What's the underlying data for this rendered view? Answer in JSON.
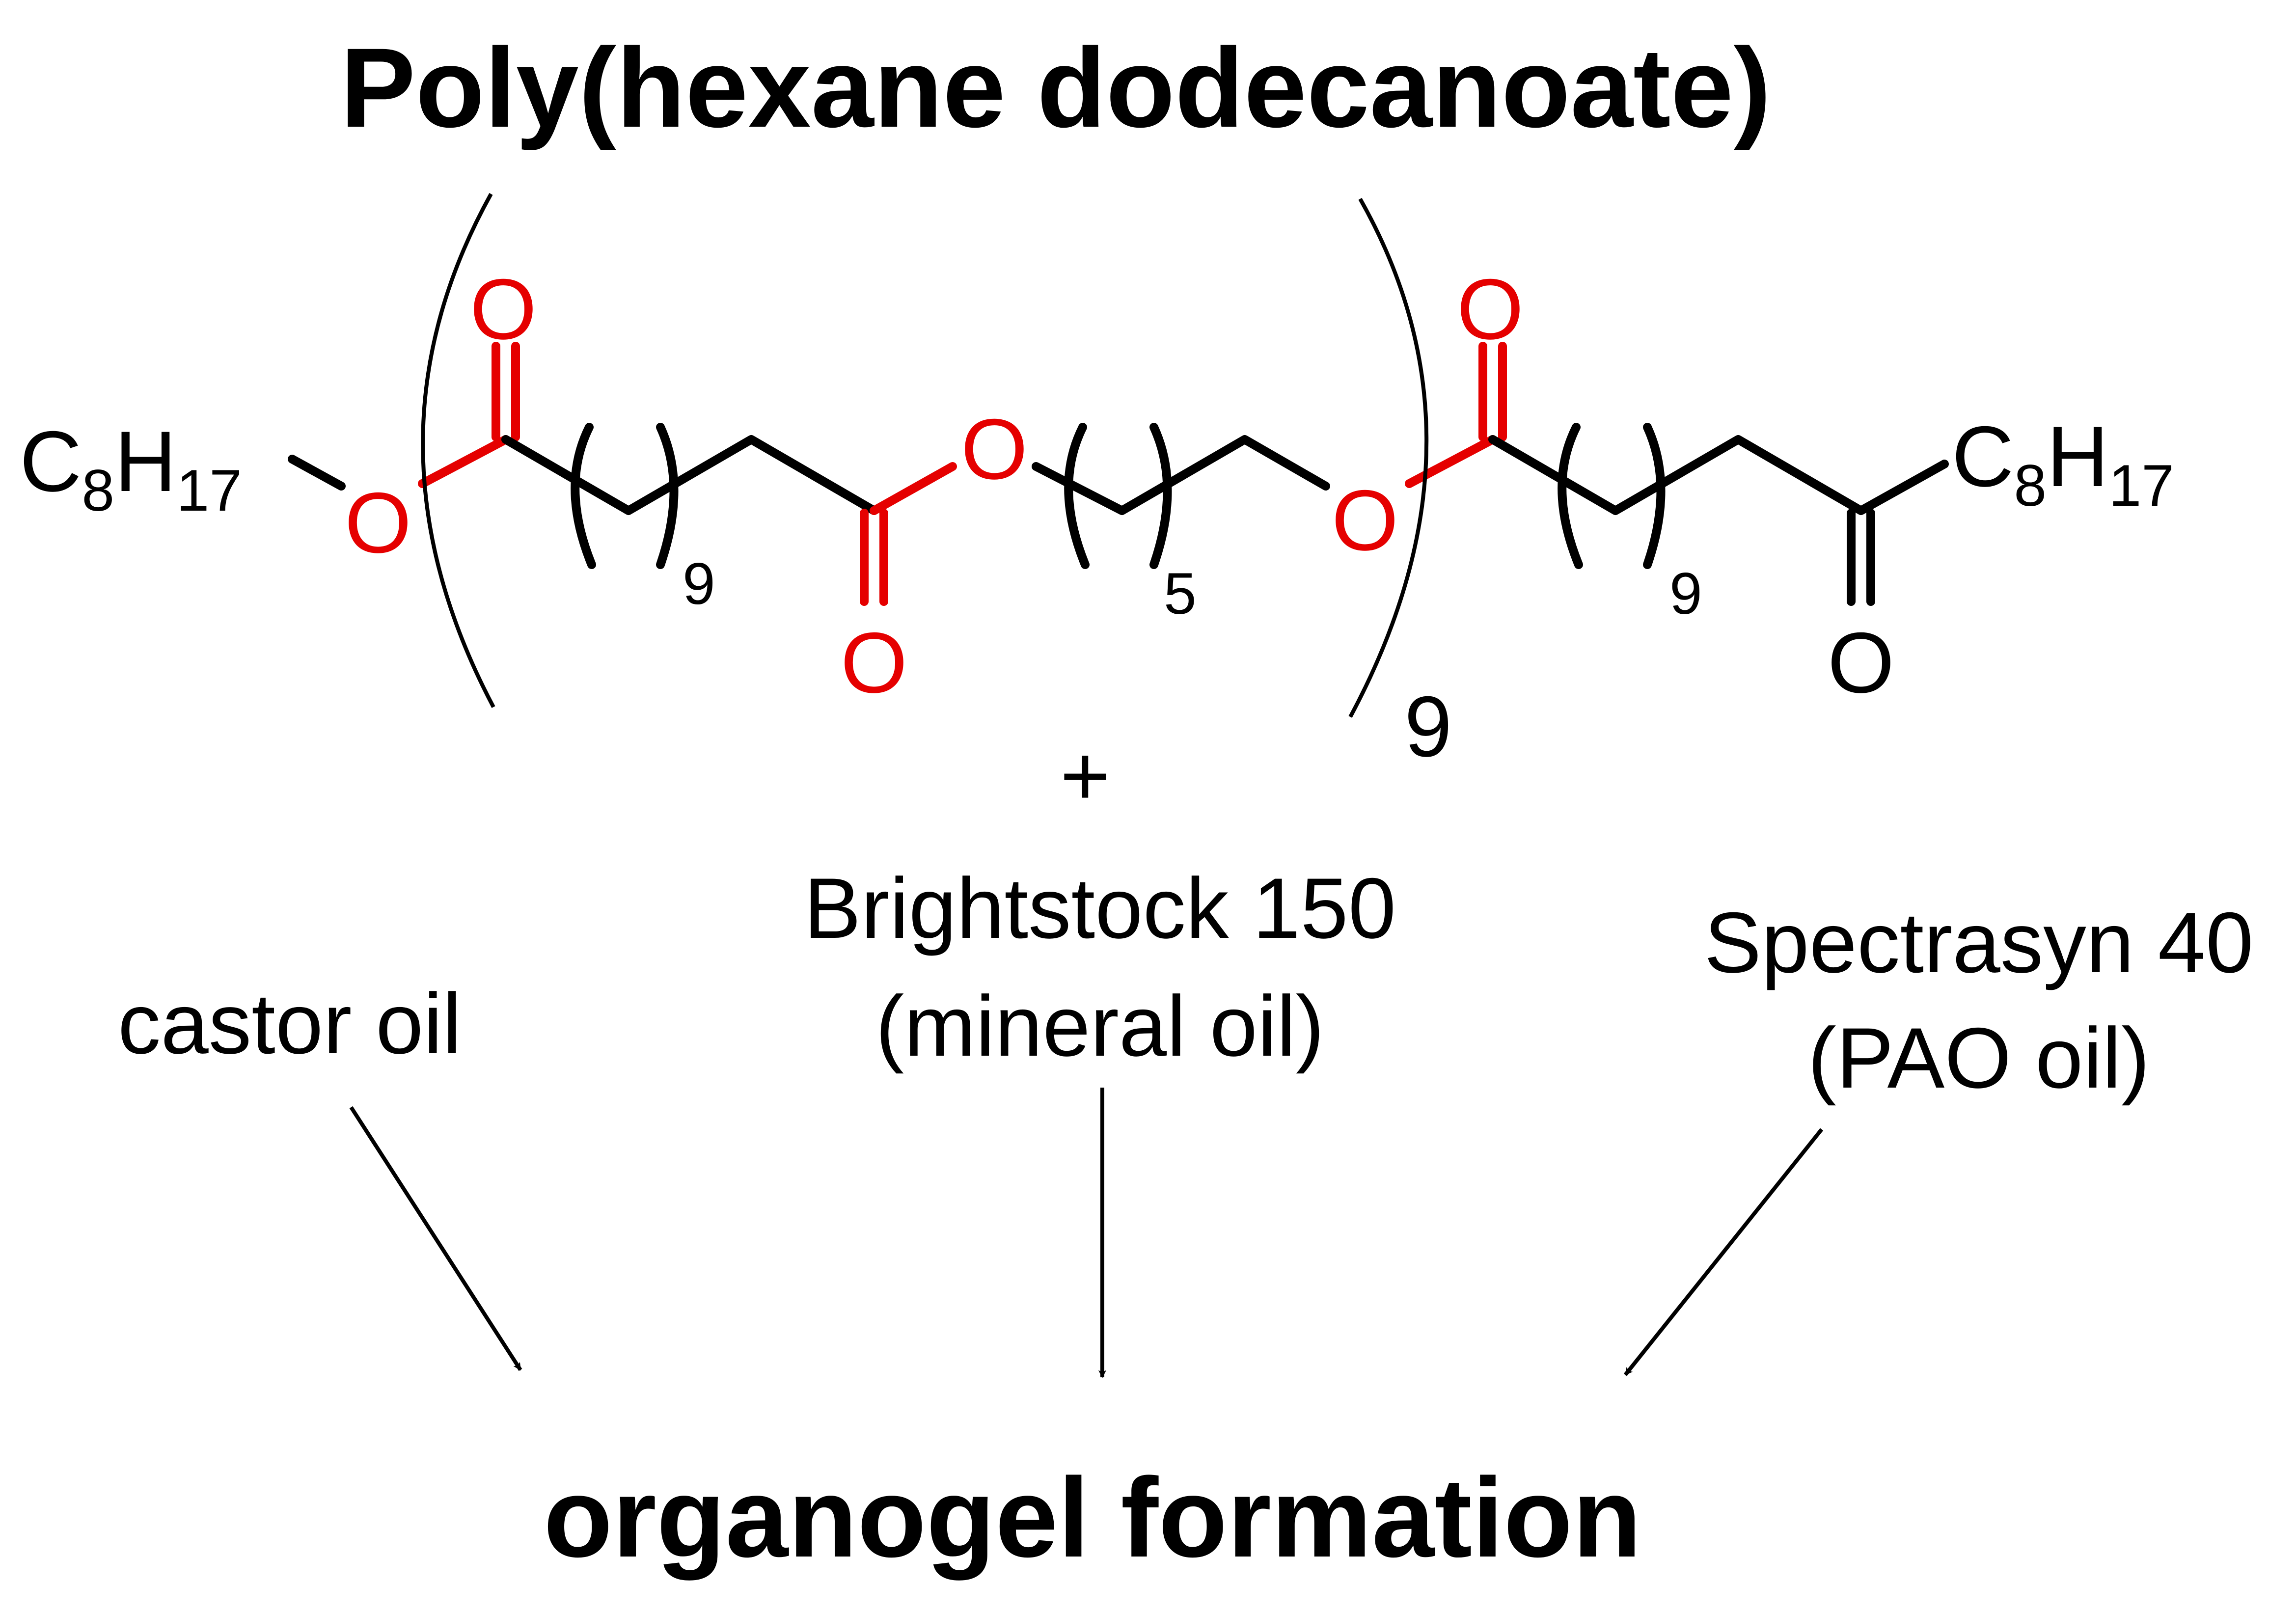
{
  "title": "Poly(hexane dodecanoate)",
  "structure": {
    "left_end_group": {
      "main": "C",
      "sub1": "8",
      "main2": "H",
      "sub2": "17"
    },
    "right_end_group": {
      "main": "C",
      "sub1": "8",
      "main2": "H",
      "sub2": "17"
    },
    "oxygen_label": "O",
    "repeat_9_a": "9",
    "repeat_5": "5",
    "repeat_9_b": "9",
    "polymer_repeat": "9",
    "colors": {
      "ester_highlight": "#e50000",
      "bonds": "#000000"
    }
  },
  "plus": "+",
  "oils": {
    "castor": "castor oil",
    "brightstock_line1": "Brightstock 150",
    "brightstock_line2": "(mineral oil)",
    "spectrasyn_line1": "Spectrasyn 40",
    "spectrasyn_line2": "(PAO oil)"
  },
  "result": "organogel formation"
}
